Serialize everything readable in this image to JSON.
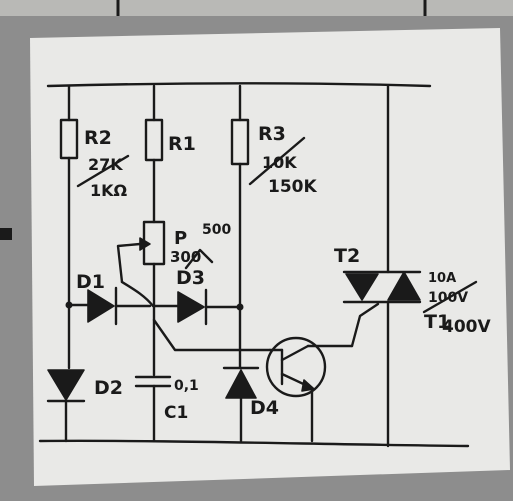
{
  "colors": {
    "background": "#8d8d8d",
    "paper": "#e9e9e7",
    "ink": "#1a1a1a"
  },
  "components": {
    "r1": {
      "ref": "R1"
    },
    "r2": {
      "ref": "R2",
      "value_crossed": "27K",
      "value": "1KΩ"
    },
    "r3": {
      "ref": "R3",
      "value_crossed": "10K",
      "value": "150K"
    },
    "pot": {
      "ref": "P",
      "value": "500",
      "value_crossed": "300"
    },
    "d1": {
      "ref": "D1"
    },
    "d2": {
      "ref": "D2"
    },
    "d3": {
      "ref": "D3"
    },
    "d4": {
      "ref": "D4"
    },
    "c1": {
      "ref": "C1",
      "value": "0,1"
    },
    "t1": {
      "ref": "T1"
    },
    "t2": {
      "ref": "T2"
    },
    "triac_rating": {
      "current": "10A",
      "voltage_crossed": "100V",
      "voltage": "400V"
    }
  }
}
